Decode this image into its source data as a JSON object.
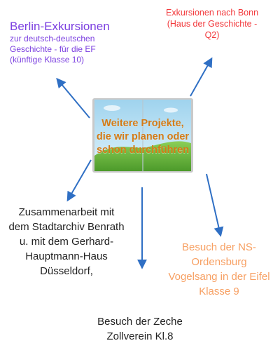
{
  "center": {
    "label": "Weitere Projekte, die wir planen oder schon durchführen"
  },
  "nodes": {
    "berlin": {
      "title": "Berlin-Exkursionen",
      "subtitle": "zur deutsch-deutschen Geschichte - für die EF (künftige Klasse 10)"
    },
    "bonn": "Exkursionen nach Bonn (Haus der Geschichte - Q2)",
    "stadtarchiv": "Zusammenarbeit mit dem Stadtarchiv Benrath u. mit dem Gerhard-Hauptmann-Haus Düsseldorf,",
    "ns_ordensburg": "Besuch der NS-Ordensburg Vogelsang in der Eifel Klasse 9",
    "zeche": "Besuch der Zeche Zollverein Kl.8"
  },
  "colors": {
    "arrow": "#2f6fc4",
    "berlin": "#7b3fe0",
    "bonn": "#f2393c",
    "ns_ordensburg": "#f7a063",
    "center_text": "#d47b16"
  }
}
